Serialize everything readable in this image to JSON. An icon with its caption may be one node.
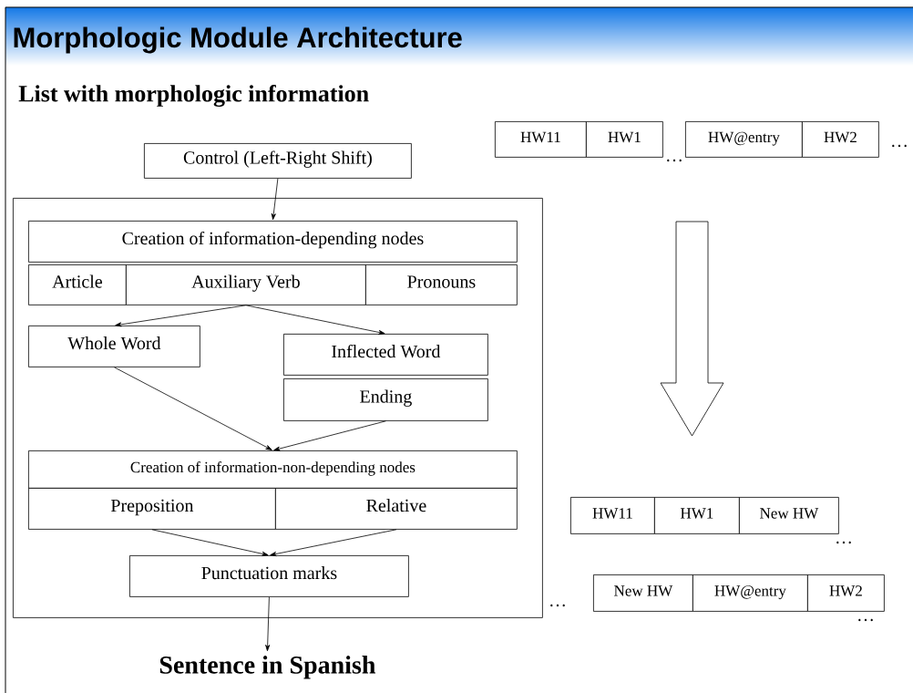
{
  "diagram": {
    "title": "Morphologic Module Architecture",
    "nodes": [
      {
        "text": [
          "Control (Left-Right Shift)"
        ]
      },
      {
        "text": [],
        "shape": "box"
      },
      {
        "text": [
          "Creation of information-depending nodes"
        ],
        "in": 1
      },
      {
        "text": [
          "Article"
        ],
        "in": 1
      },
      {
        "text": [
          "Auxiliary Verb"
        ],
        "in": 1
      },
      {
        "text": [
          "Pronouns"
        ],
        "in": 1
      },
      {
        "text": [
          "Whole Word"
        ],
        "in": 1
      },
      {
        "text": [
          "Inflected Word"
        ],
        "in": 1
      },
      {
        "text": [
          "Ending"
        ],
        "in": 1
      },
      {
        "text": [
          "Creation of information-non-depending nodes"
        ],
        "in": 1
      },
      {
        "text": [
          "Preposition"
        ],
        "in": 1
      },
      {
        "text": [
          "Relative"
        ],
        "in": 1
      },
      {
        "text": [
          "Punctuation marks"
        ],
        "in": 1
      },
      {
        "text": [
          "Sentence in Spanish"
        ]
      },
      {
        "text": [
          "HW11"
        ]
      },
      {
        "text": [
          "HW1"
        ]
      },
      {
        "text": [
          "HW@entry"
        ]
      },
      {
        "text": [
          "HW2"
        ]
      },
      {
        "text": [
          "HW11"
        ]
      },
      {
        "text": [
          "HW1"
        ]
      },
      {
        "text": [
          "New HW"
        ]
      },
      {
        "text": [
          "New HW"
        ]
      },
      {
        "text": [
          "HW@entry"
        ]
      },
      {
        "text": [
          "HW2"
        ]
      }
    ],
    "edges": [
      {
        "from": 0,
        "to": 2,
        "arrow": "to"
      },
      {
        "from": 4,
        "to": 6,
        "arrow": "to"
      },
      {
        "from": 4,
        "to": 7,
        "arrow": "to"
      },
      {
        "from": 6,
        "to": 9,
        "arrow": "to"
      },
      {
        "from": 8,
        "to": 9,
        "arrow": "to"
      },
      {
        "from": 10,
        "to": 12,
        "arrow": "to"
      },
      {
        "from": 11,
        "to": 12,
        "arrow": "to"
      },
      {
        "from": 12,
        "to": 13,
        "arrow": "to"
      }
    ],
    "labels": [
      "List with morphologic information",
      "…",
      "…",
      "…",
      "…",
      "…"
    ]
  }
}
